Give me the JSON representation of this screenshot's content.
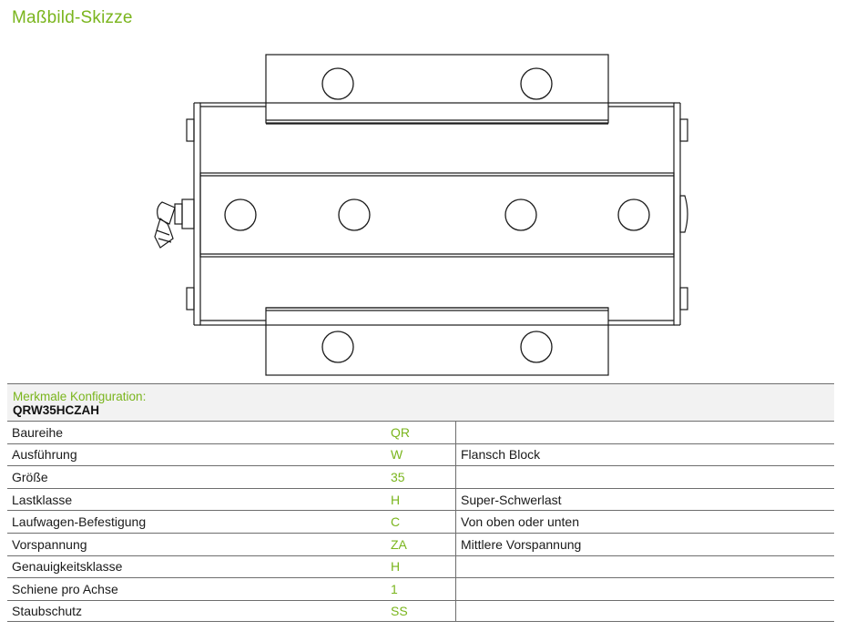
{
  "title": "Maßbild-Skizze",
  "config": {
    "heading": "Merkmale Konfiguration:",
    "code": "QRW35HCZAH",
    "rows": [
      {
        "name": "Baureihe",
        "code": "QR",
        "desc": ""
      },
      {
        "name": "Ausführung",
        "code": "W",
        "desc": "Flansch Block"
      },
      {
        "name": "Größe",
        "code": "35",
        "desc": ""
      },
      {
        "name": "Lastklasse",
        "code": "H",
        "desc": "Super-Schwerlast"
      },
      {
        "name": "Laufwagen-Befestigung",
        "code": "C",
        "desc": "Von oben oder unten"
      },
      {
        "name": "Vorspannung",
        "code": "ZA",
        "desc": "Mittlere Vorspannung"
      },
      {
        "name": "Genauigkeitsklasse",
        "code": "H",
        "desc": ""
      },
      {
        "name": "Schiene pro Achse",
        "code": "1",
        "desc": ""
      },
      {
        "name": "Staubschutz",
        "code": "SS",
        "desc": ""
      }
    ]
  },
  "colors": {
    "accent": "#7ab51d",
    "line": "#1a1a1a"
  }
}
